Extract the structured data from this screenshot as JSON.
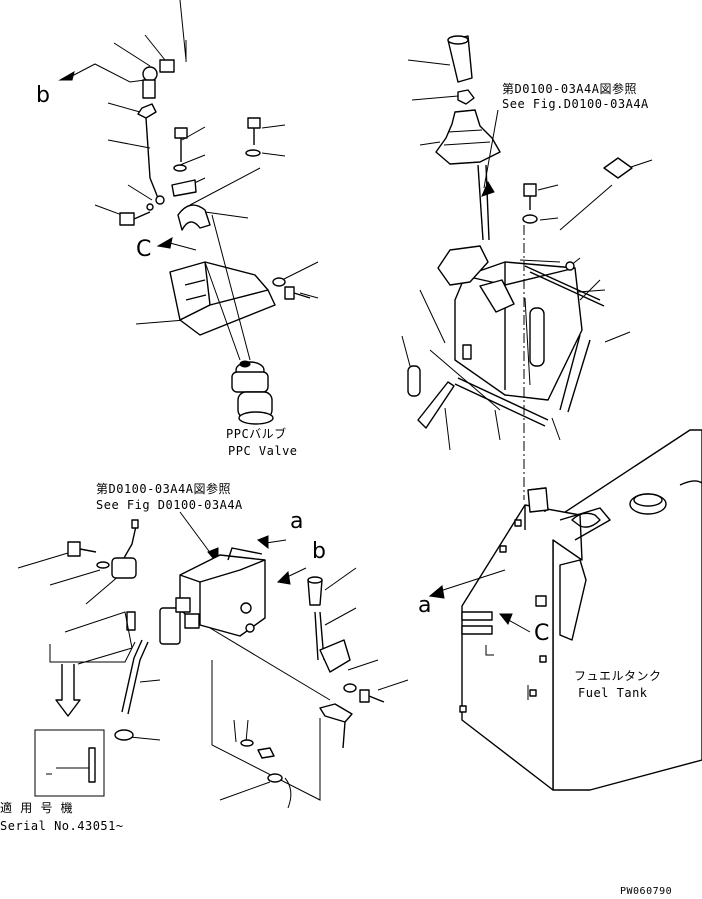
{
  "labels": {
    "ref_top_jp": "第D0100-03A4A図参照",
    "ref_top_en": "See Fig.D0100-03A4A",
    "ppc_jp": "PPCバルブ",
    "ppc_en": "PPC Valve",
    "ref_mid_jp": "第D0100-03A4A図参照",
    "ref_mid_en": "See Fig D0100-03A4A",
    "fuel_jp": "フュエルタンク",
    "fuel_en": "Fuel Tank",
    "serial_jp": "適 用 号 機",
    "serial_en": "Serial No.43051~",
    "drawing_no": "PW060790"
  },
  "callouts": {
    "b_top": "b",
    "c_top": "C",
    "a_mid": "a",
    "b_mid": "b",
    "a_right": "a",
    "c_right": "C"
  }
}
